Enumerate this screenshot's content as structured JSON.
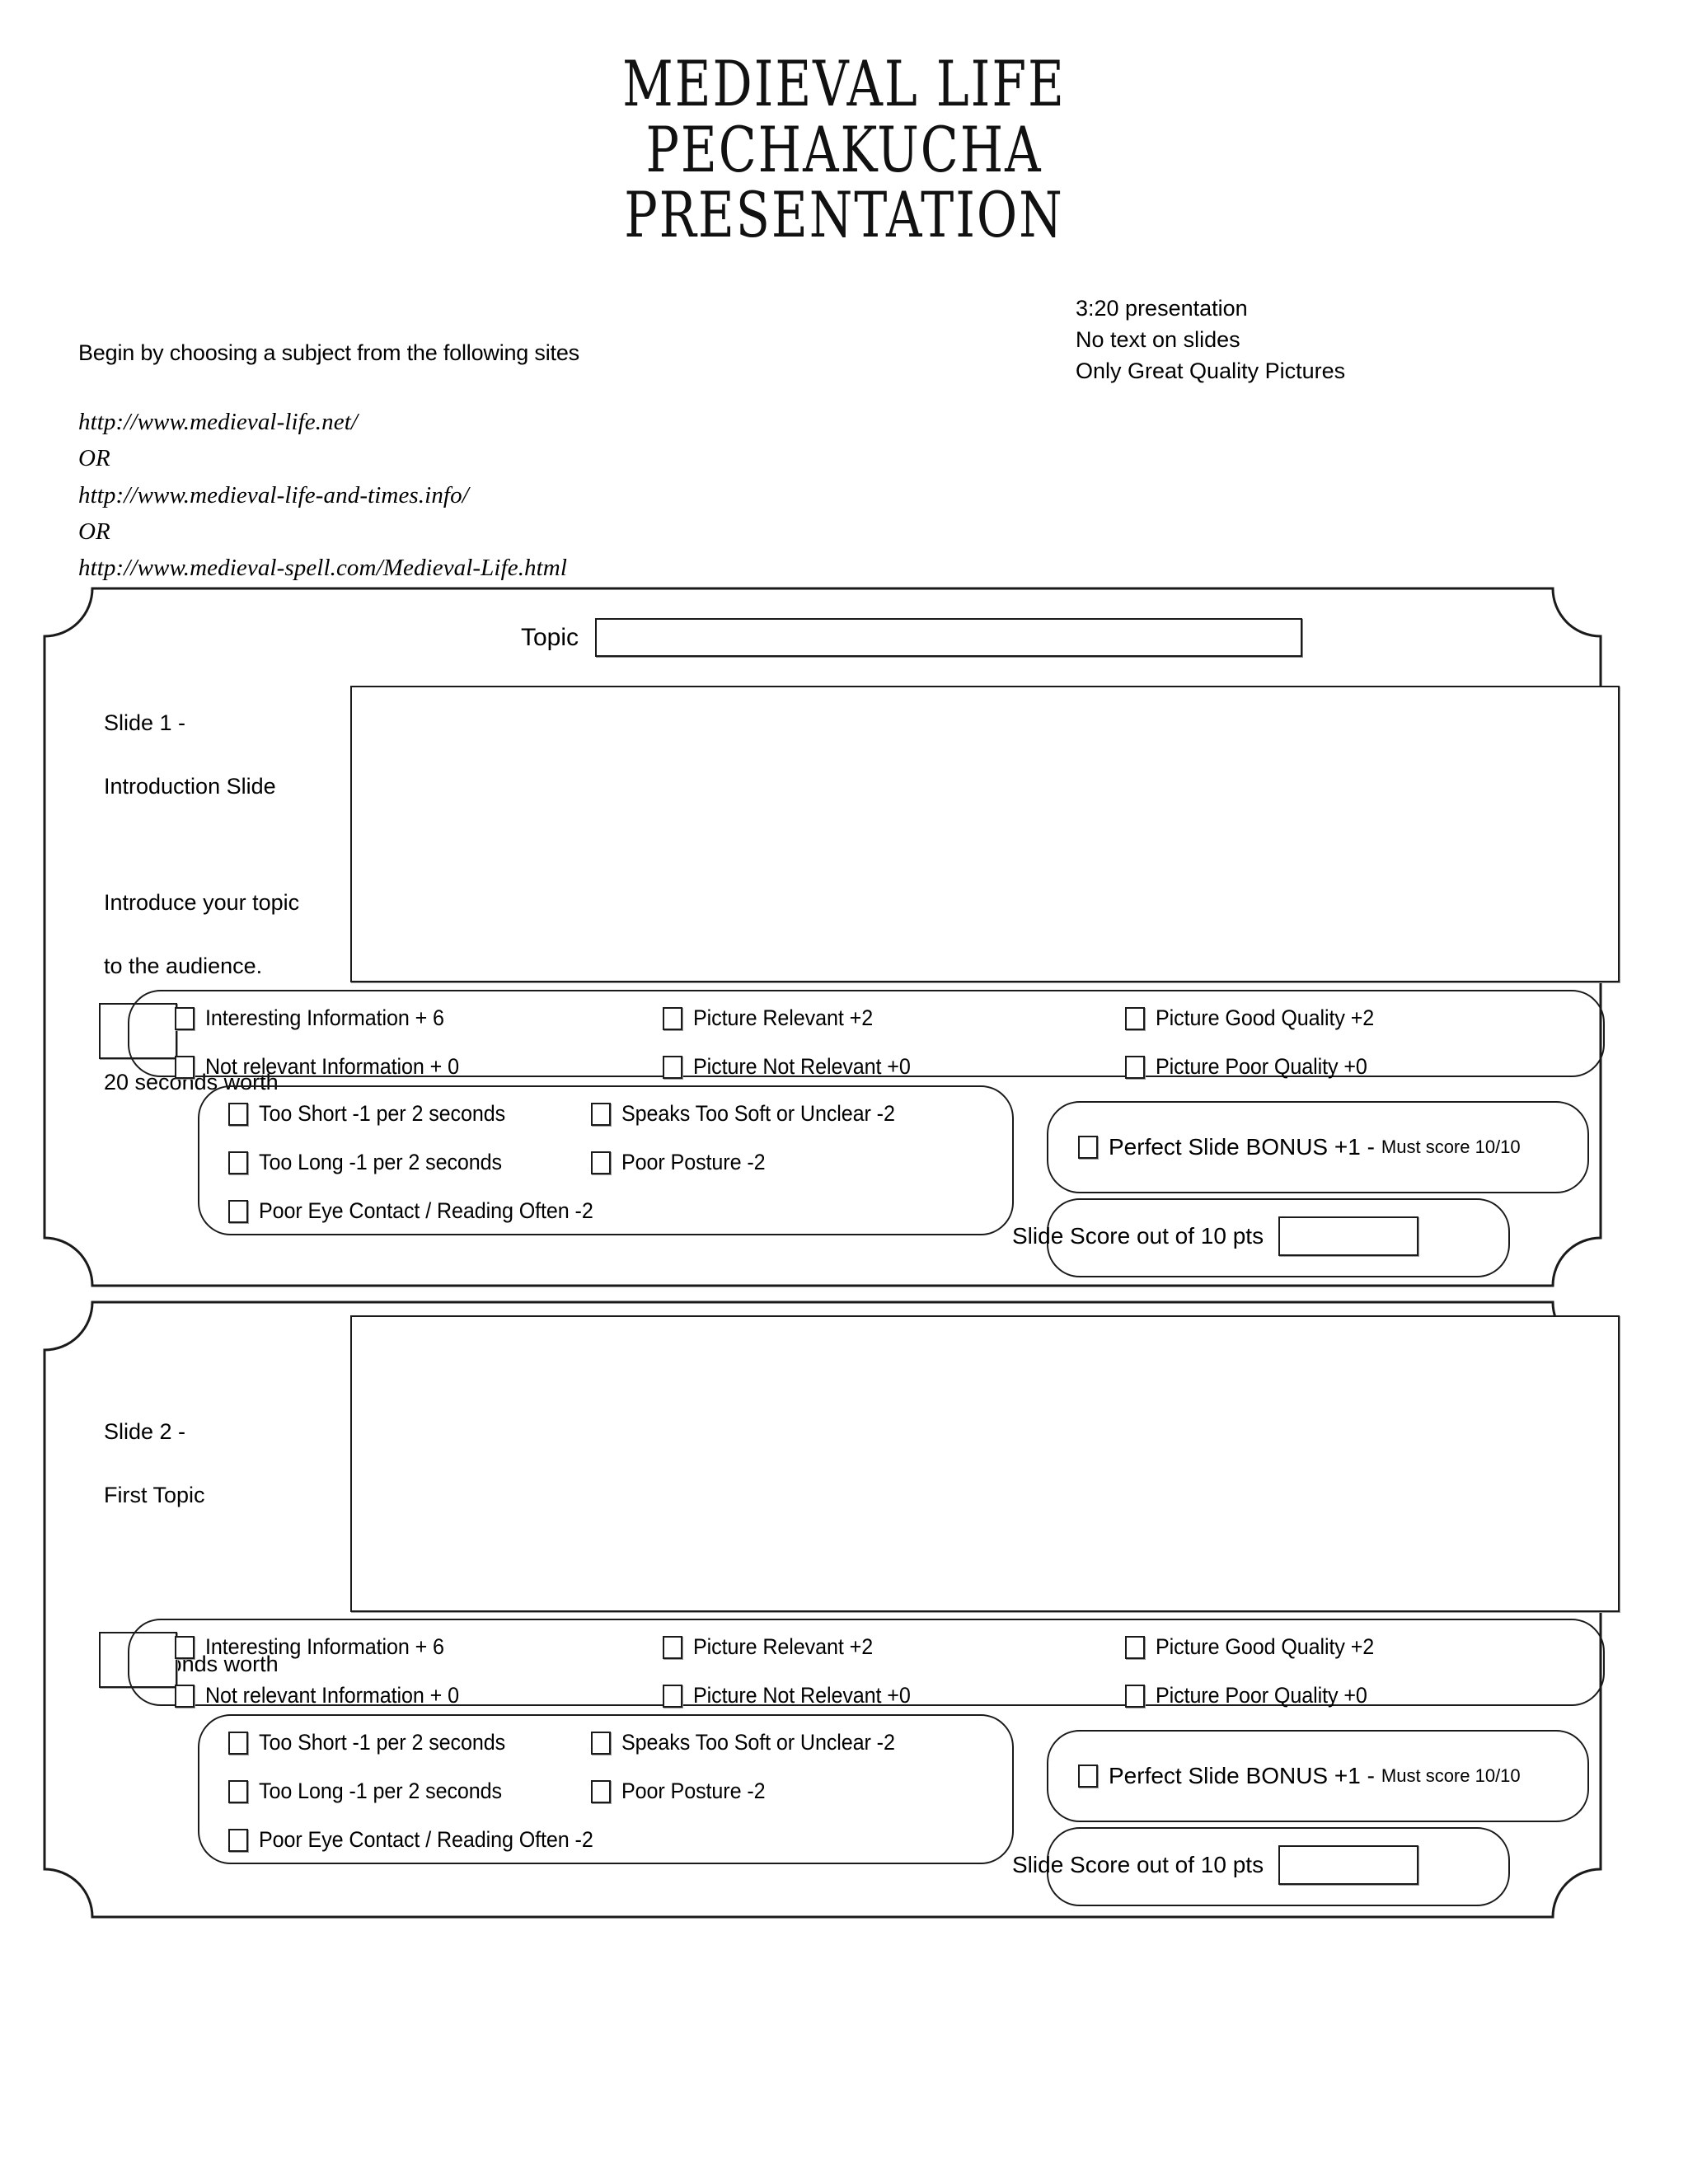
{
  "title": {
    "line1": "MEDIEVAL LIFE",
    "line2": "PECHAKUCHA",
    "line3": "PRESENTATION"
  },
  "intro": {
    "begin_line": "Begin by choosing a subject from the following sites",
    "urls": [
      "http://www.medieval-life.net/",
      "OR",
      "http://www.medieval-life-and-times.info/",
      "OR",
      "http://www.medieval-spell.com/Medieval-Life.html"
    ]
  },
  "notes": [
    "3:20 presentation",
    "No text on slides",
    "Only Great Quality Pictures"
  ],
  "topic": {
    "label": "Topic",
    "value": ""
  },
  "rubric": {
    "content_items": [
      "Interesting Information + 6",
      "Not relevant Information + 0"
    ],
    "picture_relevance_items": [
      "Picture Relevant +2",
      "Picture Not Relevant +0"
    ],
    "picture_quality_items": [
      "Picture Good Quality +2",
      "Picture Poor Quality +0"
    ],
    "timing_items": [
      "Too Short -1 per 2 seconds",
      "Too Long -1 per 2 seconds",
      "Poor Eye Contact / Reading Often -2"
    ],
    "delivery_items": [
      "Speaks Too Soft or Unclear -2",
      "Poor Posture -2"
    ],
    "bonus_label": "Perfect Slide BONUS +1 -",
    "bonus_suffix": "Must score 10/10",
    "score_label": "Slide Score out of 10 pts",
    "score_value": "",
    "stub_value": ""
  },
  "slides": [
    {
      "title_line1": "Slide 1 -",
      "title_line2": "Introduction Slide",
      "desc_line1": "Introduce your topic",
      "desc_line2": "to the audience.",
      "duration": "20 seconds worth"
    },
    {
      "title_line1": "Slide 2 -",
      "title_line2": "First Topic",
      "desc_line1": "",
      "desc_line2": "",
      "duration": "20 seconds worth"
    }
  ],
  "colors": {
    "ink": "#1a1a1a",
    "paper": "#ffffff"
  }
}
